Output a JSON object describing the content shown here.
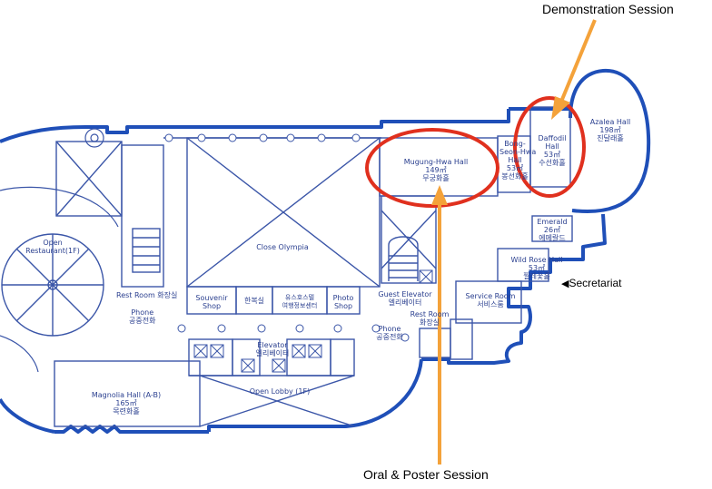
{
  "annotations": {
    "demonstration": "Demonstration Session",
    "oral_poster": "Oral & Poster Session",
    "secretariat": "Secretariat",
    "pointer_glyph": "◀"
  },
  "rooms": {
    "open_restaurant": {
      "en": "Open",
      "en2": "Restaurant(1F)"
    },
    "rest_room_left": "Rest Room 화장실",
    "phone_left": {
      "en": "Phone",
      "ko": "공중전화"
    },
    "close_olympia": "Close Olympia",
    "souvenir_shop": {
      "line1": "Souvenir",
      "line2": "Shop"
    },
    "hanbok": "한복실",
    "travel": {
      "line1": "유스호스텔",
      "line2": "여행정보센터"
    },
    "photo_shop": {
      "line1": "Photo",
      "line2": "Shop"
    },
    "mugung_hwa": {
      "en": "Mugung-Hwa Hall",
      "area": "149㎡",
      "ko": "무궁화홀"
    },
    "bong_seon_hwa": {
      "l1": "Bong-",
      "l2": "Seon-Hwa",
      "l3": "Hall",
      "l4": "53㎡",
      "l5": "봉선화홀"
    },
    "daffodil": {
      "l1": "Daffodil",
      "l2": "Hall",
      "area": "53㎡",
      "ko": "수선화홀"
    },
    "azalea": {
      "en": "Azalea Hall",
      "area": "198㎡",
      "ko": "진달래홀"
    },
    "emerald": {
      "en": "Emerald",
      "area": "26㎡",
      "ko": "에메랄드"
    },
    "wild_rose": {
      "en": "Wild Rose Hall",
      "area": "53㎡",
      "ko": "찔레꽃홀"
    },
    "service_room": {
      "en": "Service Room",
      "ko": "서비스룸"
    },
    "guest_elevator": {
      "en": "Guest Elevator",
      "ko": "엘리베이터"
    },
    "phone_center": {
      "en": "Phone",
      "ko": "공중전화"
    },
    "rest_room_center": {
      "en": "Rest Room",
      "ko": "화장실"
    },
    "elevator": {
      "en": "Elevator",
      "ko": "엘리베이터"
    },
    "open_lobby": "Open Lobby (1F)",
    "magnolia": {
      "en": "Magnolia Hall (A-B)",
      "area": "165㎡",
      "ko": "목련화홀"
    }
  },
  "colors": {
    "wall": "#1f4fb8",
    "thin_line": "#3b56a8",
    "label": "#2a3f8f",
    "highlight_ellipse": "#e0301e",
    "arrow": "#f4a23a",
    "background": "#ffffff"
  }
}
